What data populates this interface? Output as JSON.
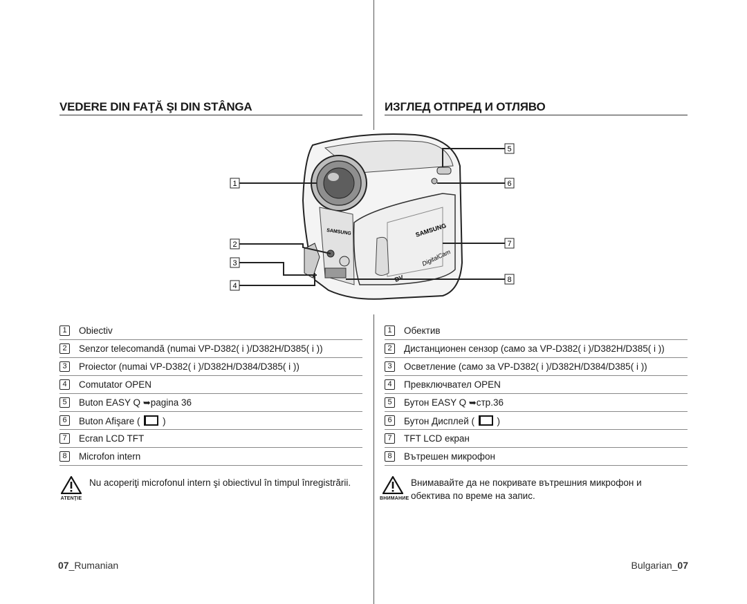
{
  "left": {
    "title": "VEDERE DIN FAŢĂ ŞI DIN STÂNGA",
    "parts": [
      {
        "num": "1",
        "text": "Obiectiv"
      },
      {
        "num": "2",
        "text": "Senzor telecomandă (numai VP-D382( i )/D382H/D385( i ))"
      },
      {
        "num": "3",
        "text": "Proiector (numai VP-D382( i )/D382H/D384/D385( i ))"
      },
      {
        "num": "4",
        "text": "Comutator OPEN"
      },
      {
        "num": "5",
        "text_before": "Buton EASY Q ",
        "text_after": "pagina 36"
      },
      {
        "num": "6",
        "text_before": "Buton Afişare ( ",
        "text_after": " )"
      },
      {
        "num": "7",
        "text": "Ecran LCD TFT"
      },
      {
        "num": "8",
        "text": "Microfon intern"
      }
    ],
    "caution_label": "ATENŢIE",
    "caution_text": "Nu acoperiţi microfonul intern şi obiectivul în timpul înregistrării.",
    "footer_page": "07",
    "footer_lang": "_Rumanian"
  },
  "right": {
    "title": "ИЗГЛЕД ОТПРЕД И ОТЛЯВО",
    "parts": [
      {
        "num": "1",
        "text": "Обектив"
      },
      {
        "num": "2",
        "text": "Дистанционен сензор (само за VP-D382( i )/D382H/D385( i ))"
      },
      {
        "num": "3",
        "text": "Осветление (само за VP-D382( i )/D382H/D384/D385( i ))"
      },
      {
        "num": "4",
        "text": "Превключвател OPEN"
      },
      {
        "num": "5",
        "text_before": "Бутон EASY Q ",
        "text_after": "стр.36"
      },
      {
        "num": "6",
        "text_before": "Бутон Дисплей ( ",
        "text_after": " )"
      },
      {
        "num": "7",
        "text": "TFT LCD екран"
      },
      {
        "num": "8",
        "text": "Вътрешен микрофон"
      }
    ],
    "caution_label": "ВНИМАНИЕ",
    "caution_line1": "Внимавайте да не покривате вътрешния микрофон и",
    "caution_line2": "обектива по време на запис.",
    "footer_lang": "Bulgarian_",
    "footer_page": "07"
  },
  "figure": {
    "callouts": [
      "1",
      "2",
      "3",
      "4",
      "5",
      "6",
      "7",
      "8"
    ],
    "brand_text": "SAMSUNG",
    "model_text": "DigitalCam",
    "logo_text": "DV"
  },
  "icons": {
    "display": "display-button-icon",
    "arrow": "page-reference-arrow-icon",
    "warning": "warning-triangle-icon"
  }
}
